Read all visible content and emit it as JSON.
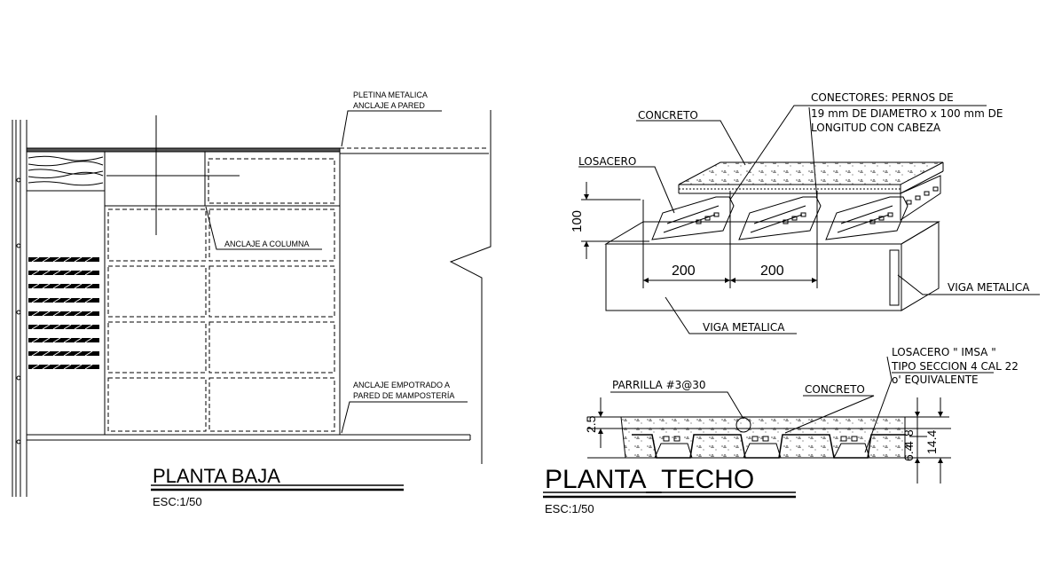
{
  "left_drawing": {
    "title": "PLANTA BAJA",
    "scale": "ESC:1/50",
    "labels": {
      "pletina_line1": "PLETINA METALICA",
      "pletina_line2": "ANCLAJE A PARED",
      "anclaje_columna": "ANCLAJE A COLUMNA",
      "empotrado_line1": "ANCLAJE EMPOTRADO A",
      "empotrado_line2": "PARED DE MAMPOSTERÍA"
    }
  },
  "right_drawing": {
    "title": "PLANTA_TECHO",
    "scale": "ESC:1/50",
    "labels": {
      "concreto_top": "CONCRETO",
      "losacero_top": "LOSACERO",
      "conectores_line1": "CONECTORES:  PERNOS DE",
      "conectores_line2": "19 mm DE DIAMETRO x 100 mm DE",
      "conectores_line3": "LONGITUD CON CABEZA",
      "viga_right": "VIGA METALICA",
      "viga_bottom": "VIGA METALICA",
      "dim_100": "100",
      "dim_200a": "200",
      "dim_200b": "200"
    },
    "section": {
      "losacero_line1": "LOSACERO \" IMSA \"",
      "losacero_line2": "TIPO SECCION 4 CAL 22",
      "losacero_line3": "o' EQUIVALENTE",
      "parrilla": "PARRILLA #3@30",
      "concreto": "CONCRETO",
      "dim_2_5": "2.5",
      "dim_8": "8",
      "dim_4": "4",
      "dim_6_4": "6.4",
      "dim_14_4": "14.4"
    }
  }
}
